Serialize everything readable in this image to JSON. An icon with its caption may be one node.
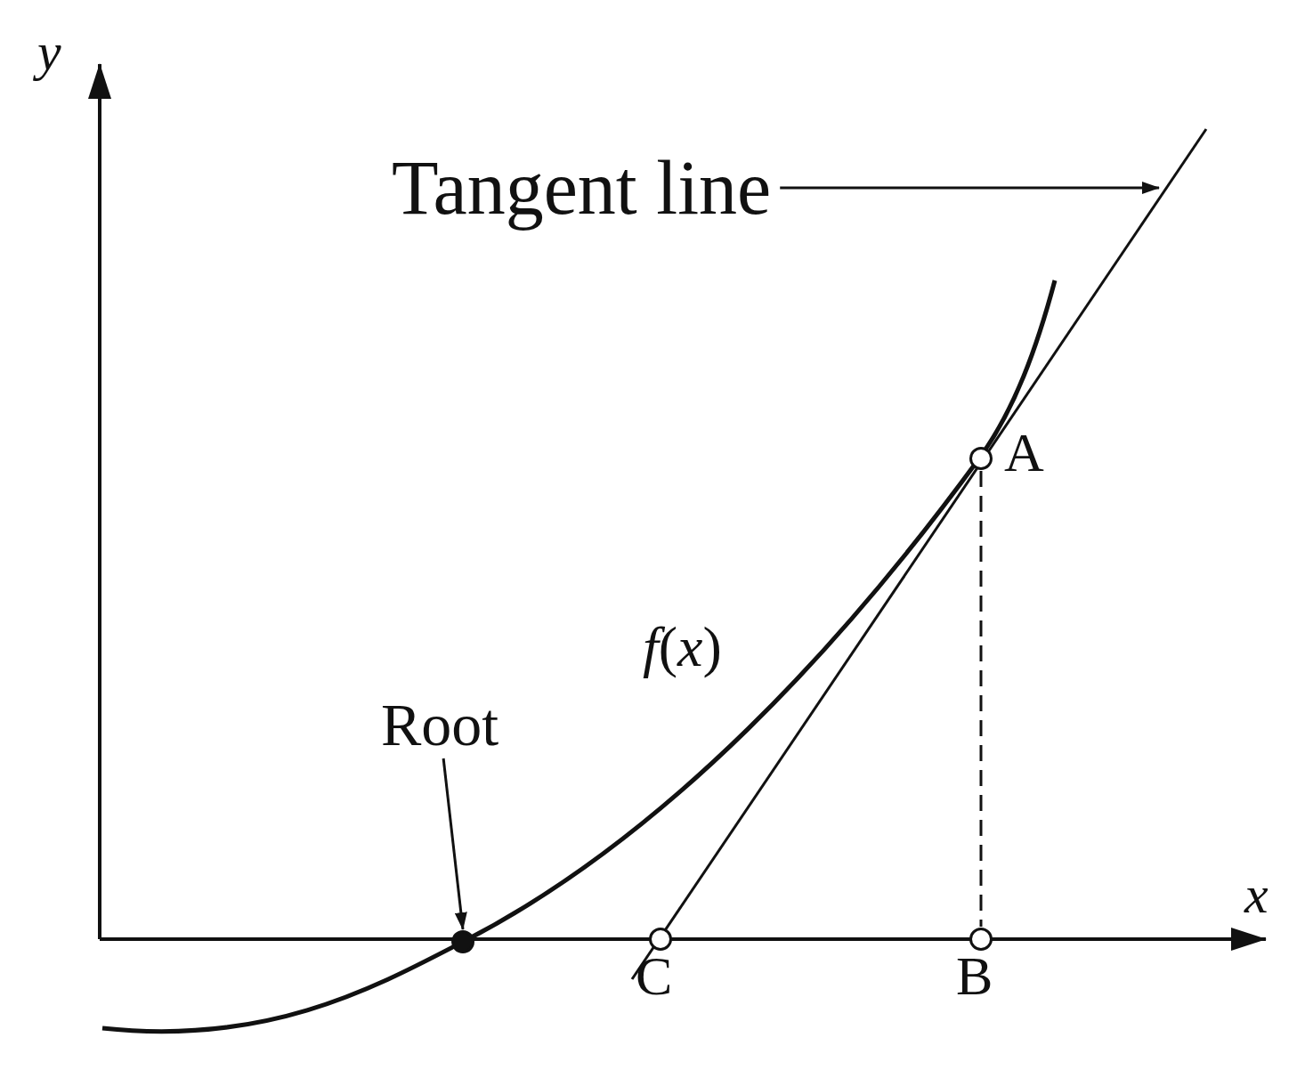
{
  "diagram": {
    "nodes": [
      {
        "text": [
          "Tangent line"
        ]
      },
      {
        "text": [
          "Root"
        ]
      },
      {
        "text": [],
        "shape": "circle"
      },
      {
        "text": [],
        "shape": "circle",
        "beside": [
          "A"
        ]
      },
      {
        "text": [],
        "shape": "circle",
        "beside": [
          "B"
        ]
      },
      {
        "text": [],
        "shape": "circle",
        "beside": [
          "C"
        ]
      }
    ],
    "edges": [
      {
        "from": 0,
        "to": null,
        "arrow": "to"
      },
      {
        "from": 1,
        "to": 2,
        "arrow": "to"
      },
      {
        "from": 3,
        "to": 4,
        "arrow": "none",
        "style": "dashed"
      }
    ],
    "labels": [
      "y",
      "*f*(*x*)",
      "x"
    ]
  }
}
